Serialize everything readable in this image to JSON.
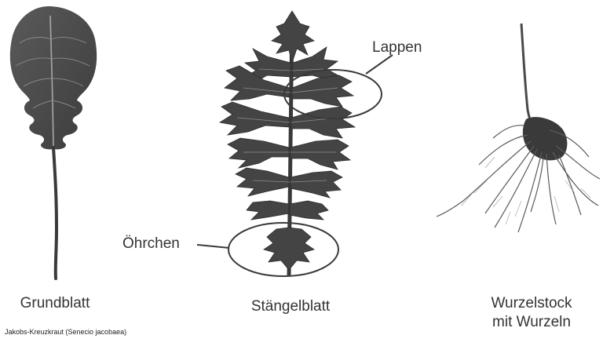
{
  "specimens": [
    {
      "name": "Grundblatt",
      "icon": "basal-leaf-illustration"
    },
    {
      "name": "Stängelblatt",
      "icon": "stem-leaf-illustration"
    },
    {
      "name_line1": "Wurzelstock",
      "name_line2": "mit Wurzeln",
      "icon": "rootstock-illustration"
    }
  ],
  "annotations": {
    "lappen": "Lappen",
    "oehrchen": "Öhrchen"
  },
  "credit": "Jakobs-Kreuzkraut (Senecio jacobaea)",
  "colors": {
    "leaf": "#4a4a4a",
    "leaf_dark": "#2e2e2e",
    "vein": "#9a9a9a",
    "line": "#3a3a3a",
    "background": "#ffffff"
  }
}
